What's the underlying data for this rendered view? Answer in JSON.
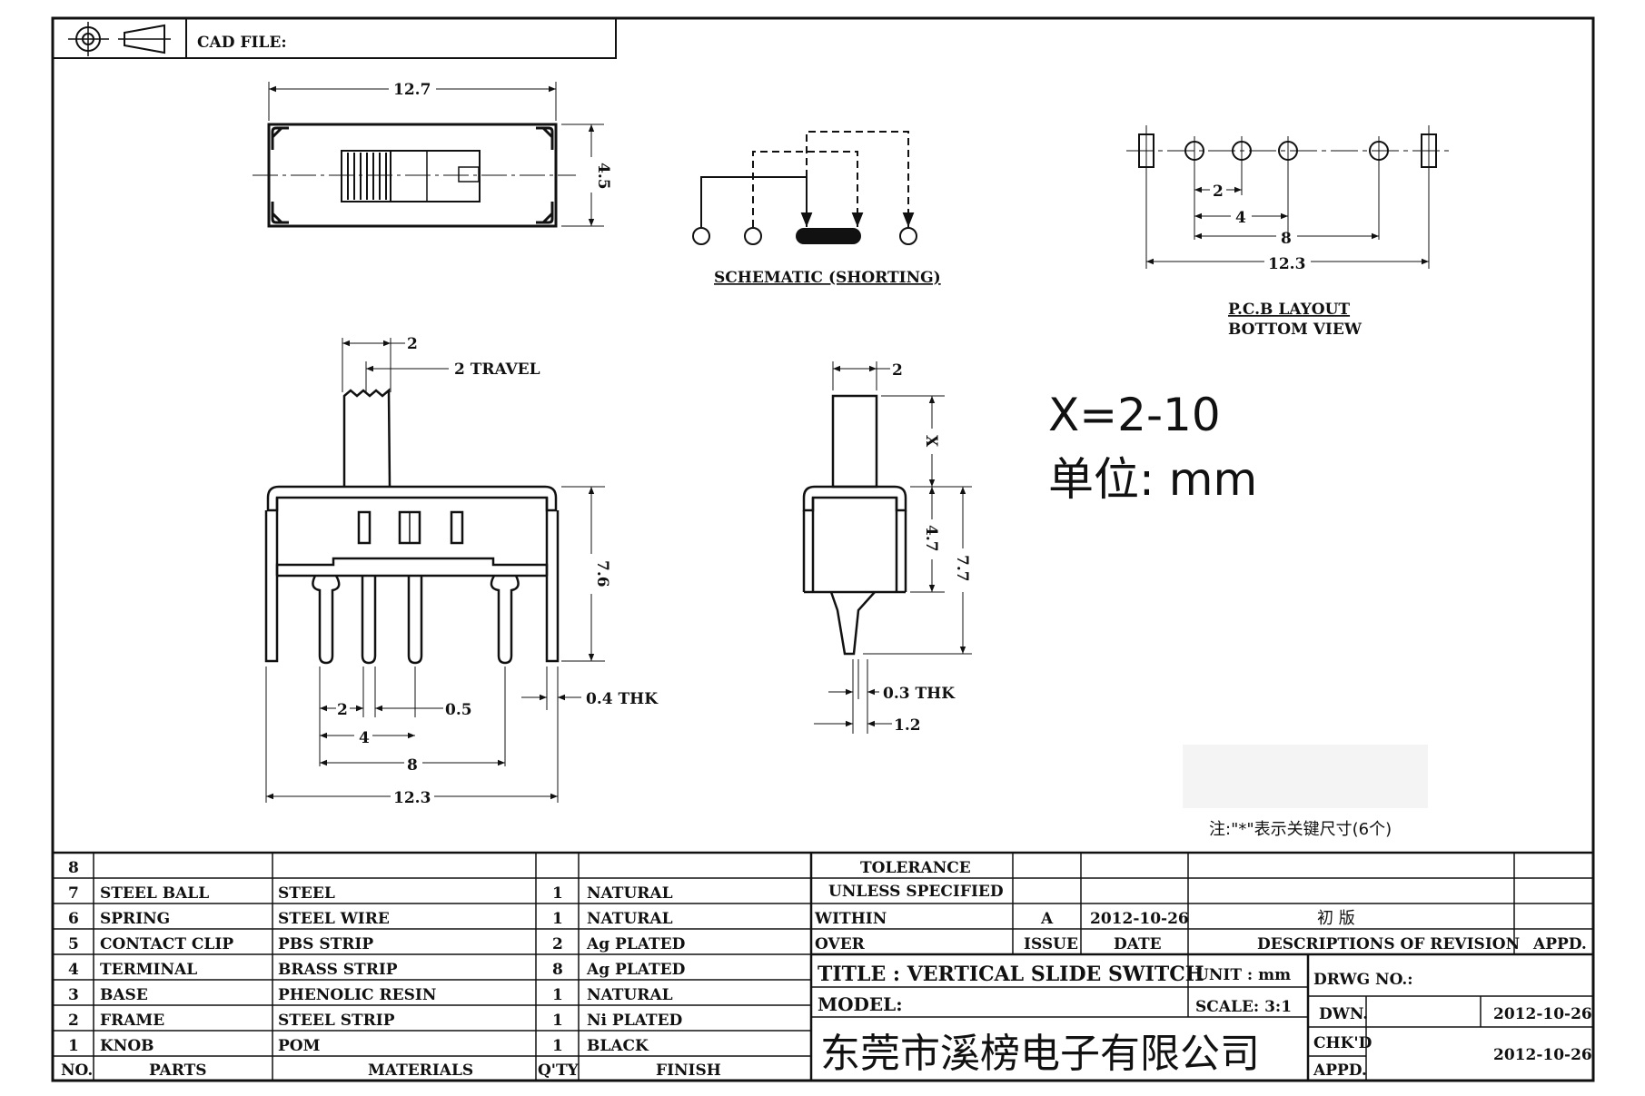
{
  "header": {
    "cad_file_label": "CAD FILE:"
  },
  "top_view": {
    "width_dim": "12.7",
    "height_dim": "4.5"
  },
  "schematic": {
    "caption": "SCHEMATIC (SHORTING)"
  },
  "pcb_layout": {
    "caption_line1": "P.C.B LAYOUT",
    "caption_line2": "BOTTOM VIEW",
    "dims": [
      "2",
      "4",
      "8",
      "12.3"
    ]
  },
  "front_view": {
    "dim_top": "2",
    "dim_travel": "2 TRAVEL",
    "dim_height": "7.6",
    "dim_pin_pitch": "2",
    "dim_pin_width": "0.5",
    "dim_4": "4",
    "dim_8": "8",
    "dim_12_3": "12.3",
    "dim_thk": "0.4 THK"
  },
  "side_view": {
    "dim_top": "2",
    "dim_x": "X",
    "dim_4_7": "4.7",
    "dim_7_7": "7.7",
    "dim_thk": "0.3 THK",
    "dim_1_2": "1.2"
  },
  "notes": {
    "x_range": "X=2-10",
    "unit": "单位: mm",
    "key_dims_note": "注:\"*\"表示关键尺寸(6个)"
  },
  "bom": {
    "header": {
      "no": "NO.",
      "parts": "PARTS",
      "materials": "MATERIALS",
      "qty": "Q'TY",
      "finish": "FINISH"
    },
    "rows": [
      {
        "no": "8",
        "part": "",
        "material": "",
        "qty": "",
        "finish": ""
      },
      {
        "no": "7",
        "part": "STEEL BALL",
        "material": "STEEL",
        "qty": "1",
        "finish": "NATURAL"
      },
      {
        "no": "6",
        "part": "SPRING",
        "material": "STEEL WIRE",
        "qty": "1",
        "finish": "NATURAL"
      },
      {
        "no": "5",
        "part": "CONTACT CLIP",
        "material": "PBS STRIP",
        "qty": "2",
        "finish": "Ag PLATED"
      },
      {
        "no": "4",
        "part": "TERMINAL",
        "material": "BRASS STRIP",
        "qty": "8",
        "finish": "Ag PLATED"
      },
      {
        "no": "3",
        "part": "BASE",
        "material": "PHENOLIC RESIN",
        "qty": "1",
        "finish": "NATURAL"
      },
      {
        "no": "2",
        "part": "FRAME",
        "material": "STEEL STRIP",
        "qty": "1",
        "finish": "Ni PLATED"
      },
      {
        "no": "1",
        "part": "KNOB",
        "material": "POM",
        "qty": "1",
        "finish": "BLACK"
      }
    ]
  },
  "title_block": {
    "tolerance_line1": "TOLERANCE",
    "tolerance_line2": "UNLESS  SPECIFIED",
    "within": "WITHIN",
    "over": "OVER",
    "rev_issue": "A",
    "rev_date": "2012-10-26",
    "rev_desc": "初  版",
    "issue_label": "ISSUE",
    "date_label": "DATE",
    "desc_label": "DESCRIPTIONS  OF  REVISION",
    "appd_label": "APPD.",
    "title": "TITLE :   VERTICAL  SLIDE  SWITCH",
    "unit": "UNIT :   mm",
    "drwg_no": "DRWG  NO.:",
    "model": "MODEL:",
    "scale": "SCALE:   3:1",
    "dwn_label": "DWN.",
    "dwn_date": "2012-10-26",
    "chkd_label": "CHK'D",
    "chkd_date": "2012-10-26",
    "appd2_label": "APPD.",
    "company": "东莞市溪榜电子有限公司"
  }
}
